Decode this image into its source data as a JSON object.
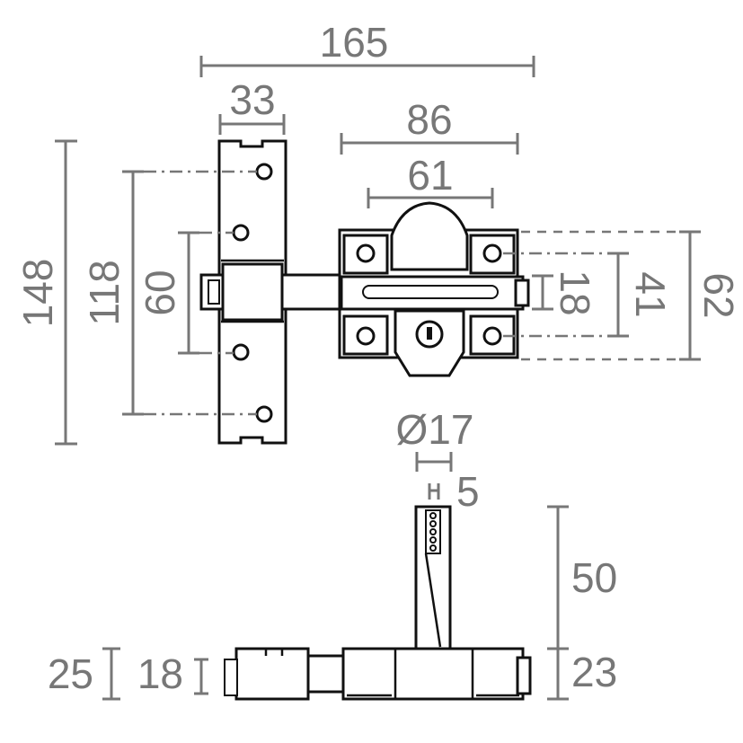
{
  "dimensions": {
    "overall_width": "165",
    "plate_width": "33",
    "body_width": "86",
    "guard_width": "61",
    "plate_height": "148",
    "hole_spacing_outer": "118",
    "hole_spacing_inner": "60",
    "bolt_height": "18",
    "body_holes": "41",
    "body_height": "62",
    "cylinder_diameter": "Ø17",
    "key_width": "5",
    "key_length": "50",
    "body_depth": "23",
    "plate_depth_outer": "25",
    "plate_depth_inner": "18"
  },
  "colors": {
    "dimension": "#777777",
    "part_outline": "#111111"
  },
  "icons": [
    "mounting-hole-icon",
    "keyhole-icon"
  ]
}
